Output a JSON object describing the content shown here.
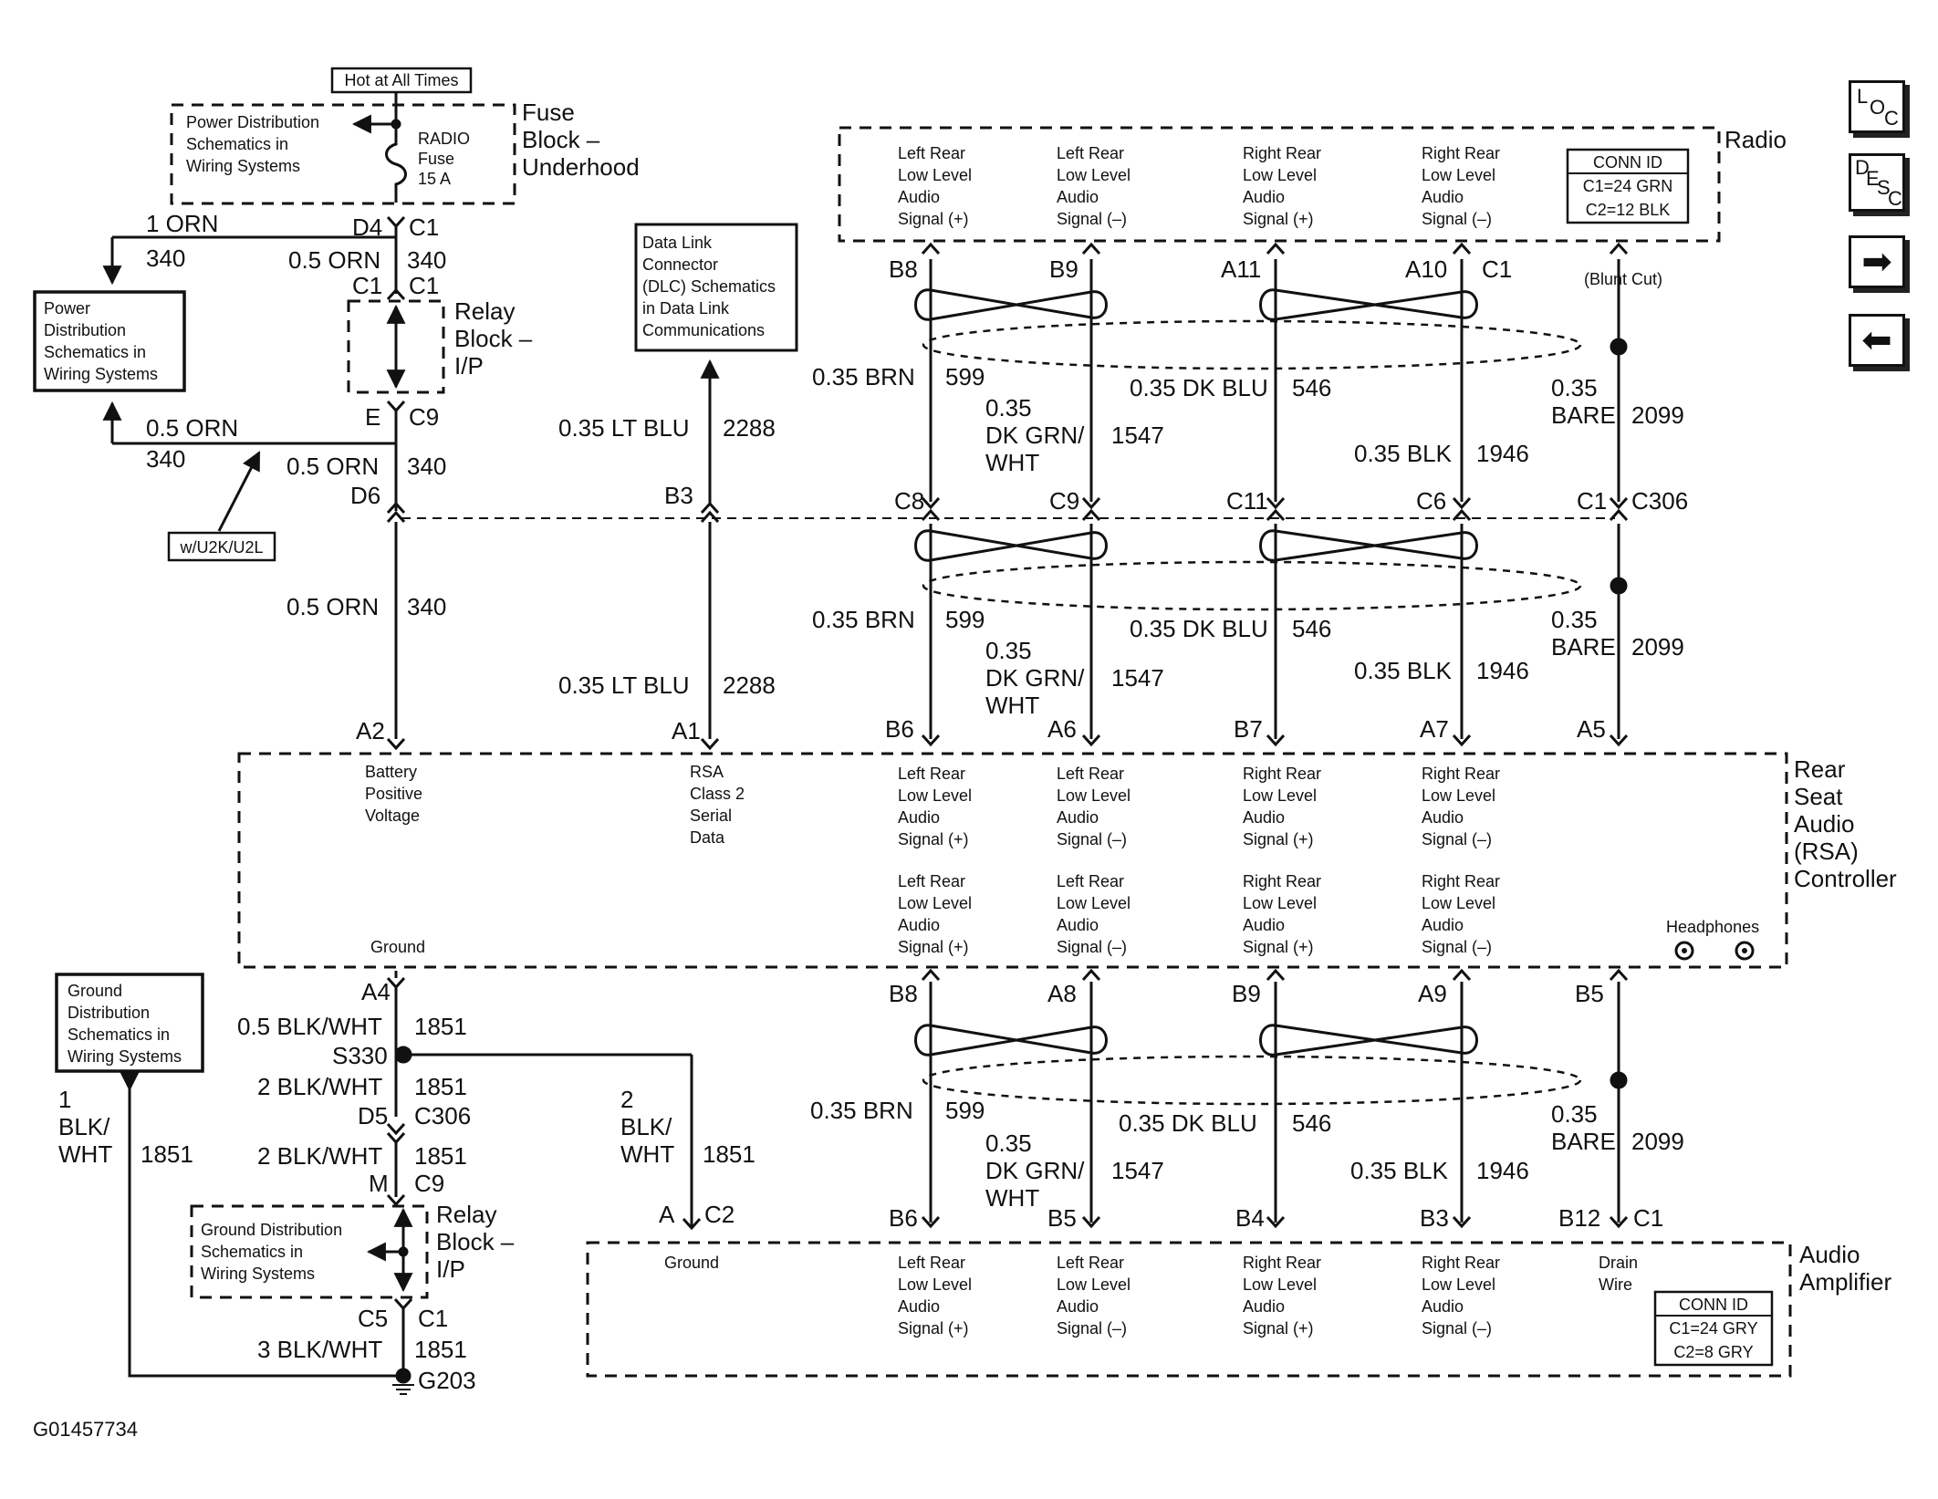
{
  "side_buttons": {
    "loc": [
      "L",
      "O",
      "C"
    ],
    "desc": [
      "D",
      "E",
      "S",
      "C"
    ],
    "forward": "➡",
    "back": "⬅"
  },
  "power": {
    "hot_label": "Hot at All Times",
    "pd_top": [
      "Power Distribution",
      "Schematics in",
      "Wiring Systems"
    ],
    "fuse": [
      "RADIO",
      "Fuse",
      "15 A"
    ],
    "fuse_block": [
      "Fuse",
      "Block –",
      "Underhood"
    ],
    "pd_left": [
      "Power",
      "Distribution",
      "Schematics in",
      "Wiring Systems"
    ],
    "relay_block": [
      "Relay",
      "Block –",
      "I/P"
    ],
    "option_label": "w/U2K/U2L"
  },
  "dlc_box": [
    "Data Link",
    "Connector",
    "(DLC) Schematics",
    "in Data Link",
    "Communications"
  ],
  "radio": {
    "title": "Radio",
    "signals": [
      [
        "Left Rear",
        "Low Level",
        "Audio",
        "Signal (+)"
      ],
      [
        "Left Rear",
        "Low Level",
        "Audio",
        "Signal (–)"
      ],
      [
        "Right Rear",
        "Low Level",
        "Audio",
        "Signal (+)"
      ],
      [
        "Right Rear",
        "Low Level",
        "Audio",
        "Signal (–)"
      ]
    ],
    "conn_id": [
      "CONN ID",
      "C1=24 GRN",
      "C2=12 BLK"
    ]
  },
  "blunt_cut": "(Blunt Cut)",
  "rsa": {
    "title": [
      "Rear",
      "Seat",
      "Audio",
      "(RSA)",
      "Controller"
    ],
    "battery": [
      "Battery",
      "Positive",
      "Voltage"
    ],
    "serial": [
      "RSA",
      "Class 2",
      "Serial",
      "Data"
    ],
    "signals": [
      [
        "Left Rear",
        "Low Level",
        "Audio",
        "Signal (+)"
      ],
      [
        "Left Rear",
        "Low Level",
        "Audio",
        "Signal (–)"
      ],
      [
        "Right Rear",
        "Low Level",
        "Audio",
        "Signal (+)"
      ],
      [
        "Right Rear",
        "Low Level",
        "Audio",
        "Signal (–)"
      ]
    ],
    "ground": "Ground",
    "headphones": "Headphones"
  },
  "ground_box": [
    "Ground",
    "Distribution",
    "Schematics in",
    "Wiring Systems"
  ],
  "ground_dist_box": [
    "Ground Distribution",
    "Schematics in",
    "Wiring Systems"
  ],
  "amplifier": {
    "title": [
      "Audio",
      "Amplifier"
    ],
    "ground": "Ground",
    "drain": [
      "Drain",
      "Wire"
    ],
    "signals": [
      [
        "Left Rear",
        "Low Level",
        "Audio",
        "Signal (+)"
      ],
      [
        "Left Rear",
        "Low Level",
        "Audio",
        "Signal (–)"
      ],
      [
        "Right Rear",
        "Low Level",
        "Audio",
        "Signal (+)"
      ],
      [
        "Right Rear",
        "Low Level",
        "Audio",
        "Signal (–)"
      ]
    ],
    "conn_id": [
      "CONN ID",
      "C1=24 GRY",
      "C2=8 GRY"
    ]
  },
  "labels": {
    "d4": "D4",
    "c1_a": "C1",
    "orn1": "1 ORN",
    "c340a": "340",
    "orn05a": "0.5 ORN",
    "c340b": "340",
    "c1_b": "C1",
    "c1_c": "C1",
    "e": "E",
    "c9a": "C9",
    "orn05b": "0.5 ORN",
    "c340c": "340",
    "orn05c": "0.5 ORN",
    "c340d": "340",
    "d6": "D6",
    "orn05d": "0.5 ORN",
    "c340e": "340",
    "a2": "A2",
    "ltblu1": "0.35 LT BLU",
    "c2288a": "2288",
    "b3a": "B3",
    "ltblu2": "0.35 LT BLU",
    "c2288b": "2288",
    "a1": "A1",
    "r_b8": "B8",
    "r_b9": "B9",
    "r_a11": "A11",
    "r_a10": "A10",
    "r_c1": "C1",
    "brn1": "0.35 BRN",
    "c599a": "599",
    "dkgrn1a": "0.35",
    "dkgrn1b": "DK GRN/",
    "dkgrn1c": "WHT",
    "c1547a": "1547",
    "dkblu1": "0.35 DK BLU",
    "c546a": "546",
    "blk1": "0.35 BLK",
    "c1946a": "1946",
    "bare1a": "0.35",
    "bare1b": "BARE",
    "c2099a": "2099",
    "c8": "C8",
    "c9b": "C9",
    "c11": "C11",
    "c6": "C6",
    "c1_d": "C1",
    "c306a": "C306",
    "brn2": "0.35 BRN",
    "c599b": "599",
    "dkgrn2a": "0.35",
    "dkgrn2b": "DK GRN/",
    "dkgrn2c": "WHT",
    "c1547b": "1547",
    "dkblu2": "0.35 DK BLU",
    "c546b": "546",
    "blk2": "0.35 BLK",
    "c1946b": "1946",
    "bare2a": "0.35",
    "bare2b": "BARE",
    "c2099b": "2099",
    "b6a": "B6",
    "a6": "A6",
    "b7": "B7",
    "a7": "A7",
    "a5": "A5",
    "a4": "A4",
    "blkwht05": "0.5 BLK/WHT",
    "c1851a": "1851",
    "s330": "S330",
    "blkwht2a": "2 BLK/WHT",
    "c1851b": "1851",
    "d5": "D5",
    "c306b": "C306",
    "blkwht2b": "2 BLK/WHT",
    "c1851c": "1851",
    "m": "M",
    "c9c": "C9",
    "c5": "C5",
    "c1_e": "C1",
    "blkwht3": "3 BLK/WHT",
    "c1851d": "1851",
    "g203": "G203",
    "w1a": "1",
    "w1b": "BLK/",
    "w1c": "WHT",
    "c1851e": "1851",
    "w2a": "2",
    "w2b": "BLK/",
    "w2c": "WHT",
    "c1851f": "1851",
    "a_pin": "A",
    "c2": "C2",
    "b8b": "B8",
    "a8": "A8",
    "b9b": "B9",
    "a9": "A9",
    "b5a": "B5",
    "brn3": "0.35 BRN",
    "c599c": "599",
    "dkgrn3a": "0.35",
    "dkgrn3b": "DK GRN/",
    "dkgrn3c": "WHT",
    "c1547c": "1547",
    "dkblu3": "0.35 DK BLU",
    "c546c": "546",
    "blk3": "0.35 BLK",
    "c1946c": "1946",
    "bare3a": "0.35",
    "bare3b": "BARE",
    "c2099c": "2099",
    "b6b": "B6",
    "b5b": "B5",
    "b4": "B4",
    "b3b": "B3",
    "b12": "B12",
    "c1_f": "C1"
  },
  "figure_id": "G01457734"
}
